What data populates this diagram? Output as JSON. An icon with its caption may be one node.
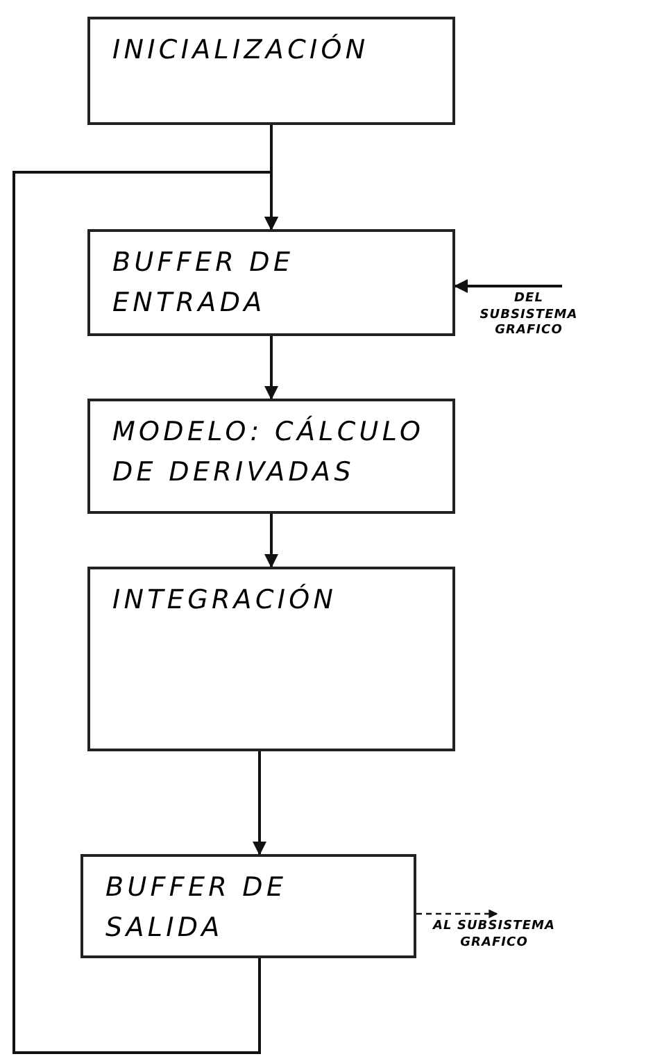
{
  "diagram": {
    "nodes": [
      {
        "text": [
          "INICIALIZACIÓN"
        ]
      },
      {
        "text": [
          "BUFFER DE ENTRADA"
        ]
      },
      {
        "text": [
          "MODELO: CÁLCULO DE DERIVADAS"
        ]
      },
      {
        "text": [
          "INTEGRACIÓN"
        ]
      },
      {
        "text": [
          "BUFFER DE SALIDA"
        ]
      },
      {
        "text": [
          "DEL SUBSISTEMA GRAFICO"
        ]
      },
      {
        "text": [
          "AL SUBSISTEMA GRAFICO"
        ]
      }
    ],
    "edges": [
      {
        "from": 0,
        "to": 1,
        "arrow": "to"
      },
      {
        "from": 1,
        "to": 2,
        "arrow": "to"
      },
      {
        "from": 2,
        "to": 3,
        "arrow": "to"
      },
      {
        "from": 3,
        "to": 4,
        "arrow": "to"
      },
      {
        "from": 4,
        "to": 1,
        "arrow": "to"
      },
      {
        "from": 5,
        "to": 1,
        "arrow": "to"
      },
      {
        "from": 4,
        "to": 6,
        "arrow": "to",
        "style": "dashed"
      }
    ]
  }
}
